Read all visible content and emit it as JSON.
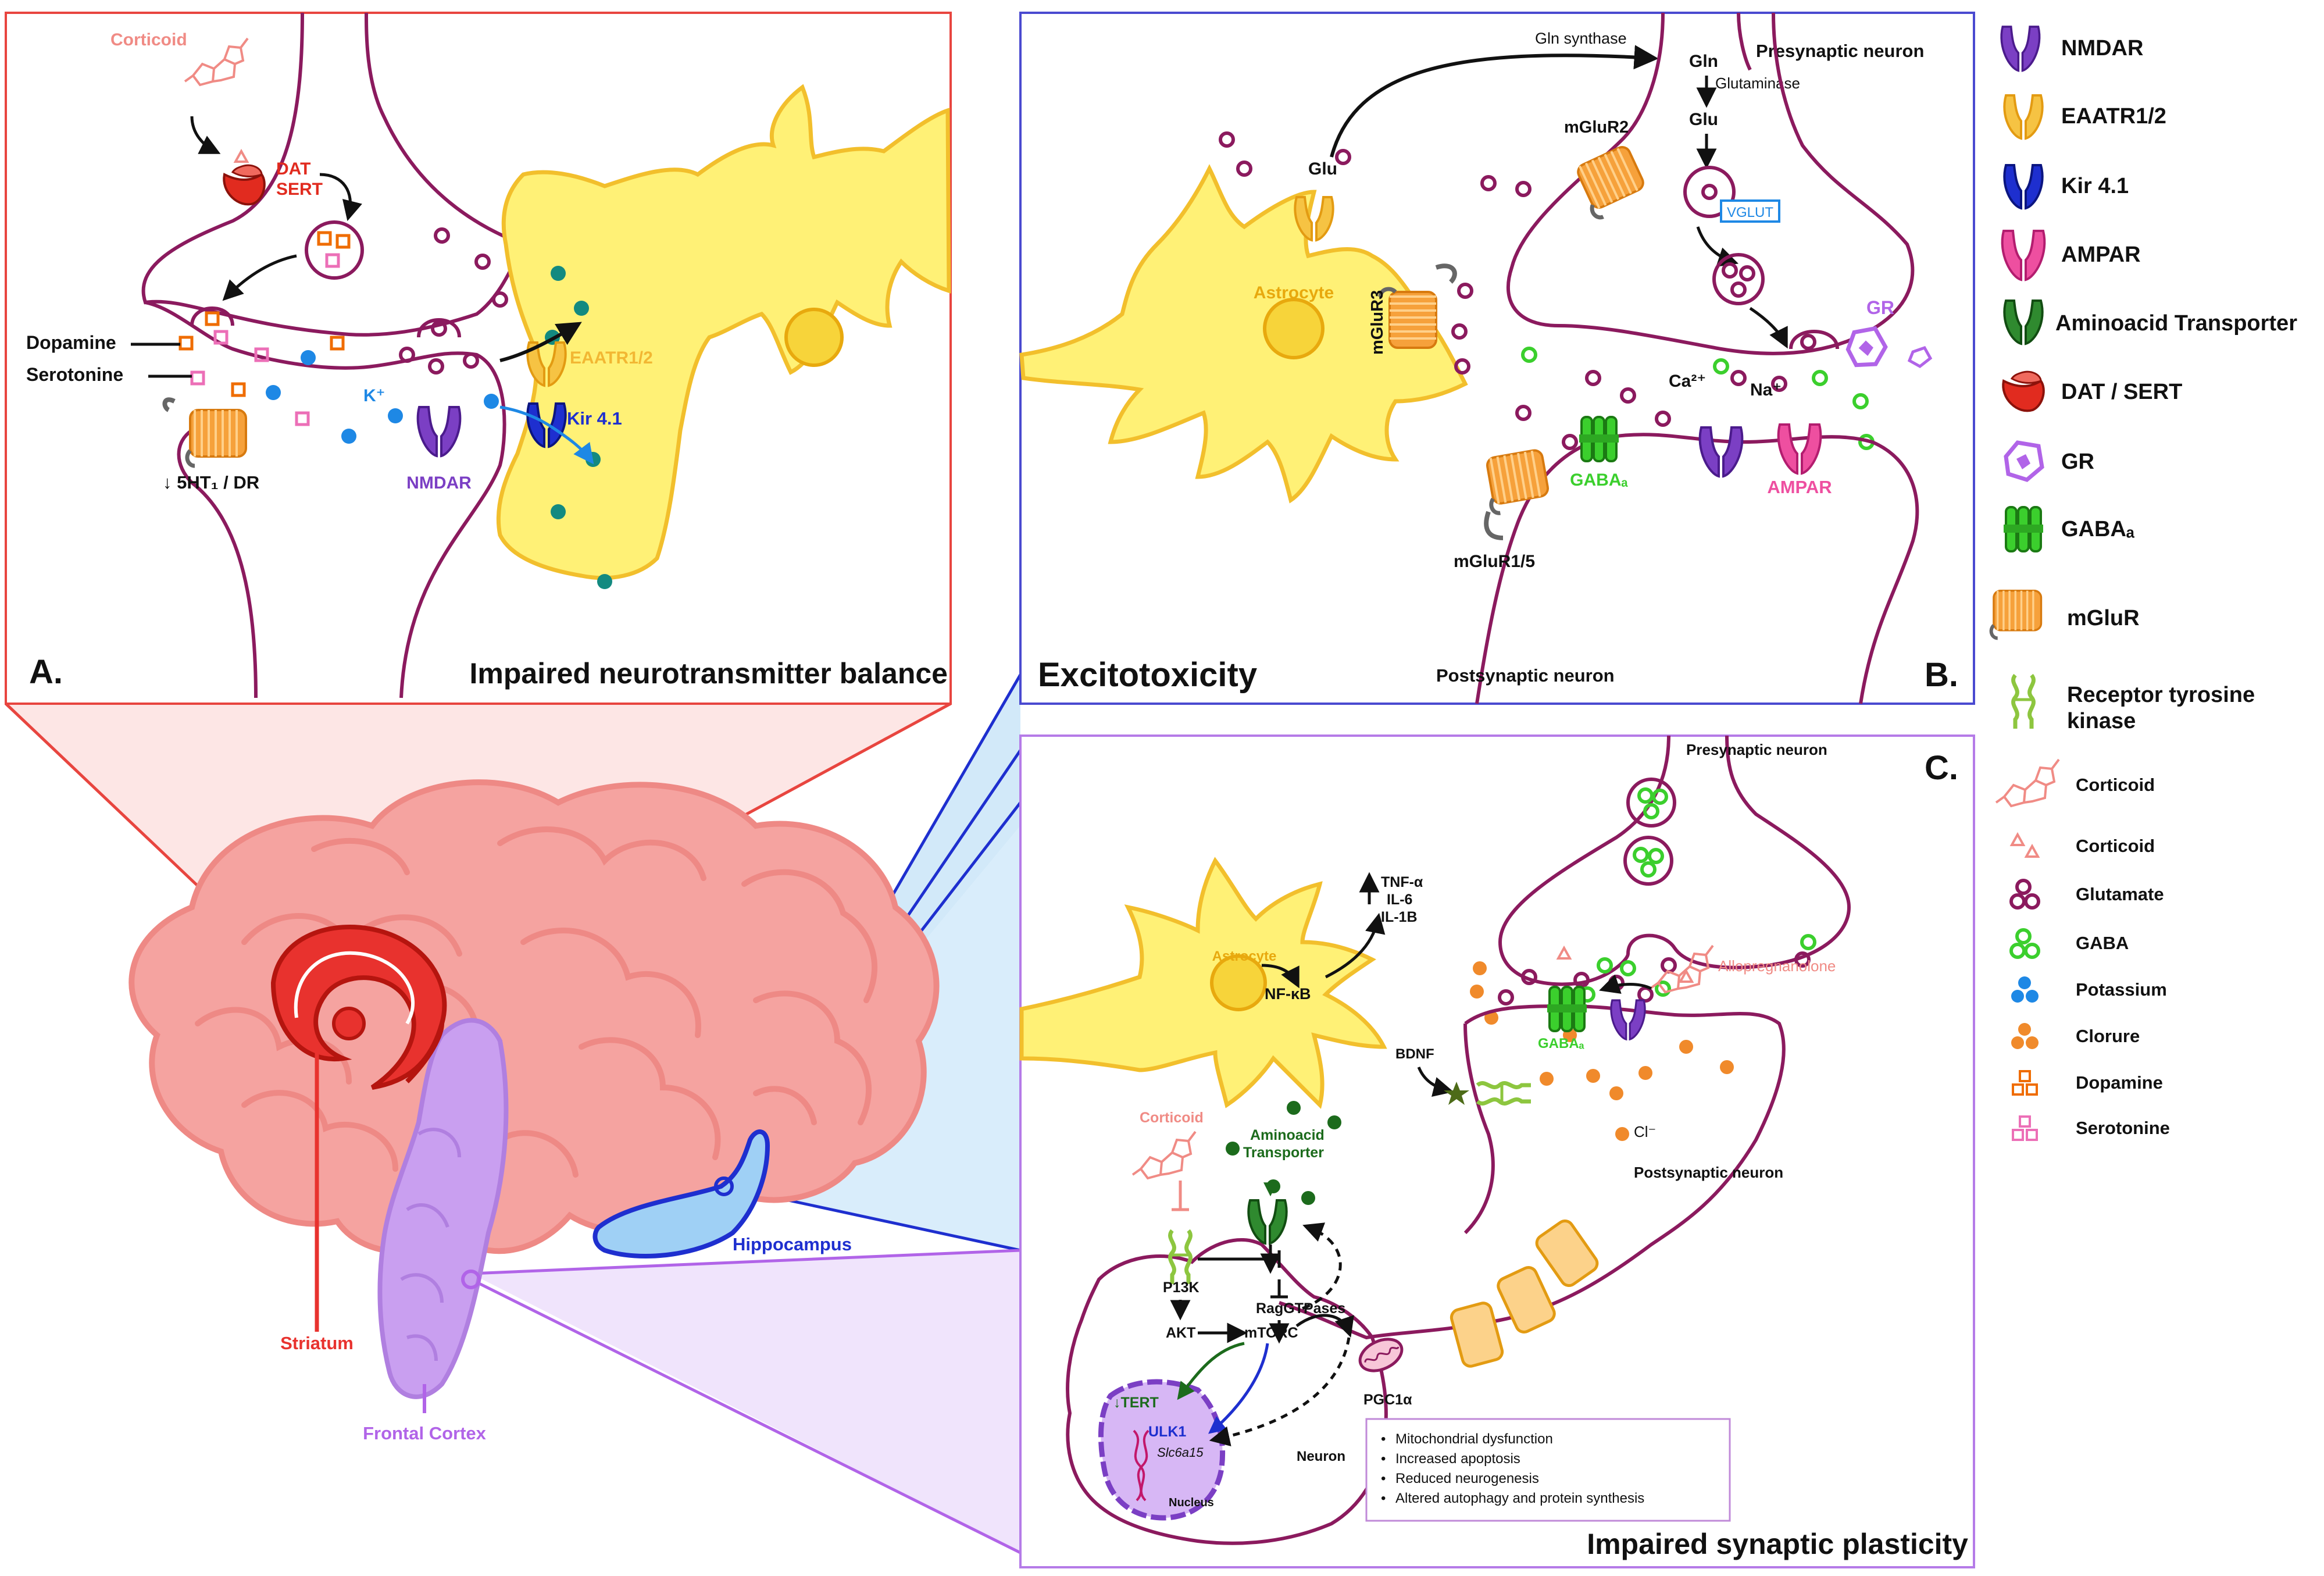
{
  "colors": {
    "membrane": "#8b1a5e",
    "astro_fill": "#fff176",
    "astro_stroke": "#f2bf2c",
    "brain_fill": "#f5a3a0",
    "brain_stroke": "#ee8985",
    "striatum": "#e8322e",
    "cortex": "#c99ff0",
    "hippocampus": "#9fd0f5",
    "panel_a_border": "#e8453f",
    "panel_b_border": "#4a4ad0",
    "panel_c_border": "#b57be8",
    "nmdar": "#7b3fc4",
    "eaatr": "#f2b733",
    "kir": "#1e2fcf",
    "ampar": "#ee4fa0",
    "aat": "#1c6b1c",
    "dat": "#e12b1f",
    "gr": "#b164e8",
    "gaba_a": "#3bcf2d",
    "mglur": "#f6a13b",
    "rtk": "#8dc63f",
    "corticoid": "#f08b85",
    "glutamate": "#8b1a5e",
    "gaba": "#3bcf2d",
    "potassium": "#1e88e5",
    "clorure": "#f08a2b",
    "dopamine": "#ef6c00",
    "serotonin": "#ec6fb7",
    "teal": "#138a80"
  },
  "panel_a": {
    "letter": "A.",
    "title": "Impaired neurotransmitter balance",
    "corticoid": "Corticoid",
    "dat_sert": "DAT\nSERT",
    "dopamine": "Dopamine",
    "serotonine": "Serotonine",
    "k_plus": "K⁺",
    "ht_dr": "↓ 5HT₁ / DR",
    "nmdar": "NMDAR",
    "kir": "Kir 4.1",
    "eaatr": "EAATR1/2"
  },
  "panel_b": {
    "letter": "B.",
    "title": "Excitotoxicity",
    "gln_synthase": "Gln synthase",
    "gln": "Gln",
    "glutaminase": "Glutaminase",
    "glu_top": "Glu",
    "glu_astro": "Glu",
    "presynaptic": "Presynaptic neuron",
    "mglur2": "mGluR2",
    "vglut": "VGLUT",
    "astrocyte": "Astrocyte",
    "mglur3": "mGluR3",
    "gr": "GR",
    "ca": "Ca²⁺",
    "na": "Na⁺",
    "gaba_a": "GABAₐ",
    "ampar": "AMPAR",
    "mglur15": "mGluR1/5",
    "postsynaptic": "Postsynaptic neuron"
  },
  "panel_c": {
    "letter": "C.",
    "title": "Impaired synaptic plasticity",
    "presynaptic": "Presynaptic neuron",
    "astrocyte": "Astrocyte",
    "nfkb": "NF-κB",
    "cytokines": [
      "TNF-α",
      "IL-6",
      "IL-1B"
    ],
    "allopregnanolone": "Allopregnanolone",
    "gaba_a": "GABAₐ",
    "bdnf": "BDNF",
    "cl": "Cl⁻",
    "postsynaptic": "Postsynaptic neuron",
    "corticoid": "Corticoid",
    "aat": "Aminoacid\nTransporter",
    "p13k": "P13K",
    "ragg": "RagGTPases",
    "akt": "AKT",
    "mtorc": "mTORC",
    "pgc": "PGC1α",
    "tert": "↓TERT",
    "ulk1": "ULK1",
    "gene": "Slc6a15",
    "nucleus": "Nucleus",
    "neuron": "Neuron",
    "effects": [
      "Mitochondrial dysfunction",
      "Increased apoptosis",
      "Reduced neurogenesis",
      "Altered autophagy and protein synthesis"
    ]
  },
  "brain": {
    "striatum": "Striatum",
    "frontal_cortex": "Frontal Cortex",
    "hippocampus": "Hippocampus"
  },
  "legend": {
    "receptors": [
      {
        "icon": "nmdar-icon",
        "label": "NMDAR"
      },
      {
        "icon": "eaatr-icon",
        "label": "EAATR1/2"
      },
      {
        "icon": "kir-icon",
        "label": "Kir 4.1"
      },
      {
        "icon": "ampar-icon",
        "label": "AMPAR"
      },
      {
        "icon": "aminoacid-transporter-icon",
        "label": "Aminoacid Transporter"
      },
      {
        "icon": "dat-sert-icon",
        "label": "DAT / SERT"
      },
      {
        "icon": "gr-icon",
        "label": "GR"
      },
      {
        "icon": "gaba-a-icon",
        "label": "GABAₐ"
      },
      {
        "icon": "mglur-icon",
        "label": "mGluR"
      },
      {
        "icon": "rtk-icon",
        "label": "Receptor tyrosine\nkinase"
      }
    ],
    "molecules": [
      {
        "icon": "corticoid-molecule-icon",
        "label": "Corticoid"
      },
      {
        "icon": "corticoid-triangles-icon",
        "label": "Corticoid"
      },
      {
        "icon": "glutamate-icon",
        "label": "Glutamate"
      },
      {
        "icon": "gaba-icon",
        "label": "GABA"
      },
      {
        "icon": "potassium-icon",
        "label": "Potassium"
      },
      {
        "icon": "clorure-icon",
        "label": "Clorure"
      },
      {
        "icon": "dopamine-icon",
        "label": "Dopamine"
      },
      {
        "icon": "serotonine-icon",
        "label": "Serotonine"
      }
    ]
  }
}
